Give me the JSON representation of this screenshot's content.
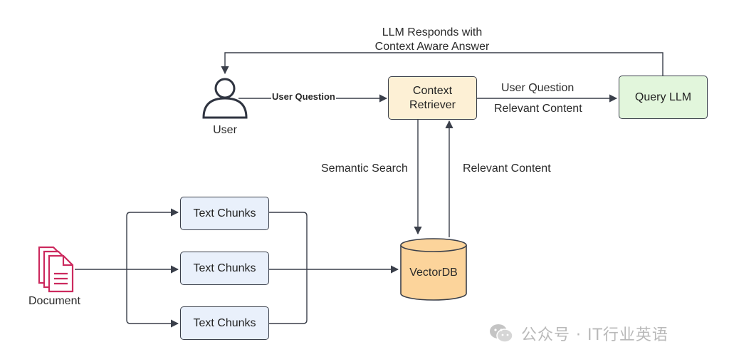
{
  "nodes": {
    "user": "User",
    "context_retriever": "Context\nRetriever",
    "query_llm": "Query LLM",
    "vectordb": "VectorDB",
    "document": "Document",
    "chunk_1": "Text Chunks",
    "chunk_2": "Text Chunks",
    "chunk_3": "Text Chunks"
  },
  "edges": {
    "user_question_1": "User Question",
    "user_question_2": "User Question",
    "relevant_content_llm": "Relevant Content",
    "semantic_search": "Semantic Search",
    "relevant_content_db": "Relevant Content",
    "llm_response_line1": "LLM Responds with",
    "llm_response_line2": "Context Aware Answer"
  },
  "watermark": "公众号 · IT行业英语",
  "colors": {
    "retriever_fill": "#fdf0d5",
    "llm_fill": "#e2f6dc",
    "chunk_fill": "#e9f0fb",
    "db_fill": "#fcd49b",
    "doc_icon": "#cc2a5e",
    "stroke": "#3a3f4a"
  },
  "icons": [
    "user-icon",
    "document-icon",
    "wechat-icon"
  ]
}
